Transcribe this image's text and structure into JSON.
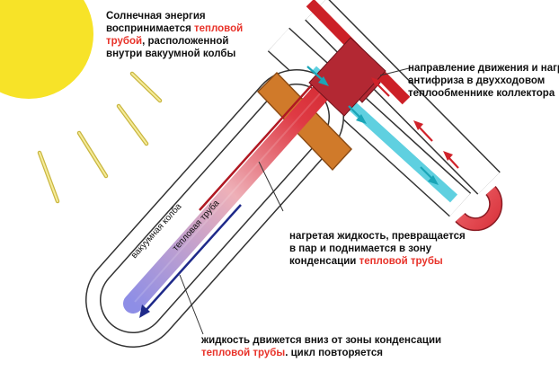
{
  "colors": {
    "sun": "#f7e328",
    "rays": "#e6d34a",
    "hot": "#cc2027",
    "cold": "#5fd0e0",
    "manifold": "#b32833",
    "clamp": "#d07a2a",
    "flow_down": "#1f2a8a",
    "flow_up": "#d0222a",
    "accent_text": "#e8332a"
  },
  "icons": [
    "sun-icon",
    "flow-arrow-icon",
    "u-bend-icon"
  ],
  "captions": {
    "top": {
      "pre": "Солнечная энергия",
      "line2_pre": "воспринимается ",
      "line2_red": "тепловой",
      "line3_red": "трубой",
      "line3_post": ", расположенной",
      "line4": "внутри вакуумной колбы"
    },
    "right": {
      "line1": "направление движения и нагрев",
      "line2": "антифриза в двухходовом",
      "line3": "теплообменнике коллектора"
    },
    "middle": {
      "line1": "нагретая жидкость, превращается",
      "line2": "в пар и поднимается в зону",
      "line3_pre": "конденсации ",
      "line3_red": "тепловой трубы"
    },
    "bottom": {
      "line1": "жидкость движется вниз от зоны конденсации",
      "line2_red": "тепловой трубы",
      "line2_post": ". цикл повторяется"
    }
  },
  "tube_labels": {
    "flask": "вакуумная колба",
    "pipe": "тепловая труба"
  }
}
